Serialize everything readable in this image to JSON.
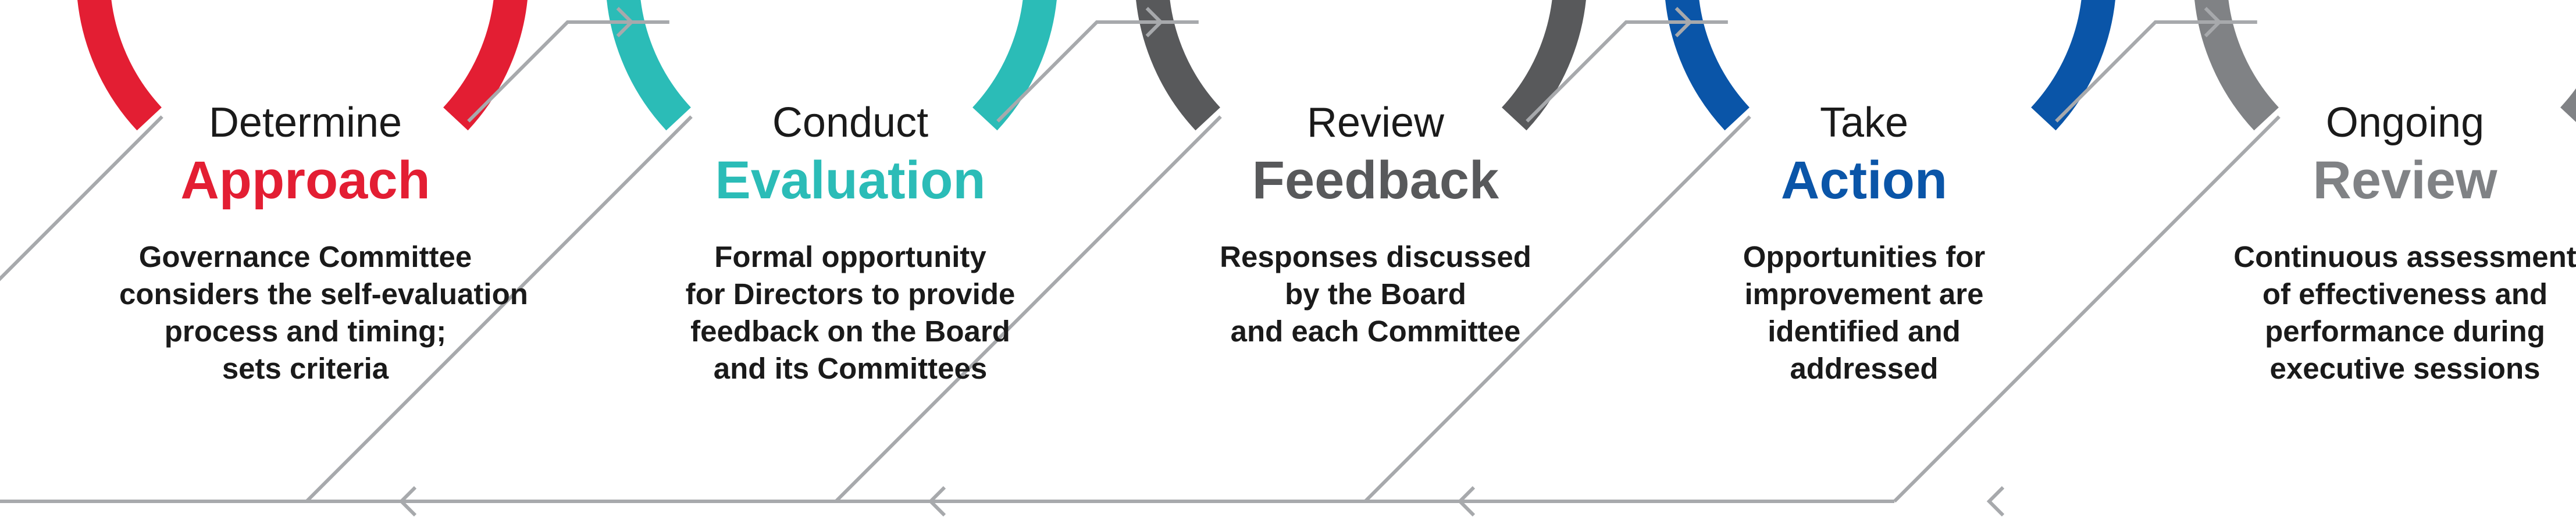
{
  "stages": [
    {
      "verb": "Determine",
      "noun": "Approach",
      "color": "#e31e33",
      "description": [
        "Governance Committee",
        "considers the self-evaluation",
        "process and timing;",
        "sets criteria"
      ]
    },
    {
      "verb": "Conduct",
      "noun": "Evaluation",
      "color": "#2bbcb7",
      "description": [
        "Formal opportunity",
        "for Directors to provide",
        "feedback on the Board",
        "and its Committees"
      ]
    },
    {
      "verb": "Review",
      "noun": "Feedback",
      "color": "#58595b",
      "description": [
        "Responses discussed",
        "by the Board",
        "and each Committee"
      ]
    },
    {
      "verb": "Take",
      "noun": "Action",
      "color": "#0a55a8",
      "description": [
        "Opportunities for",
        "improvement are",
        "identified and",
        "addressed"
      ]
    },
    {
      "verb": "Ongoing",
      "noun": "Review",
      "color": "#808285",
      "description": [
        "Continuous assessment",
        "of effectiveness and",
        "performance during",
        "executive sessions"
      ]
    }
  ],
  "connector_color": "#a7a9ac"
}
